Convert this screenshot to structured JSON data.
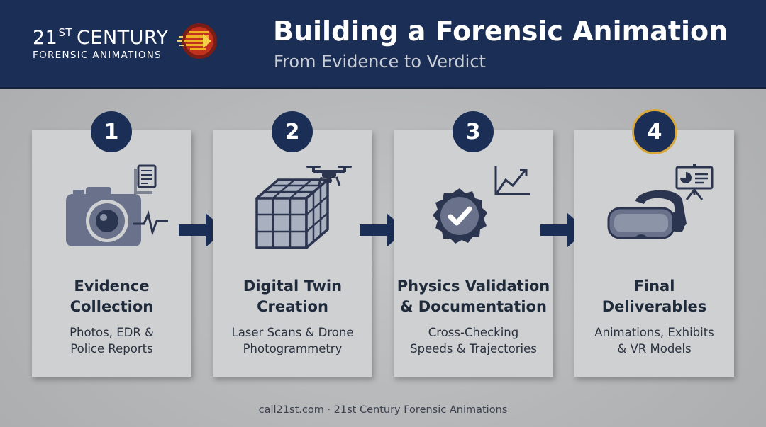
{
  "header": {
    "logo_line1_main": "21",
    "logo_line1_sup": "ST",
    "logo_line1_rest": "CENTURY",
    "logo_line2": "FORENSIC ANIMATIONS",
    "title": "Building a Forensic Animation",
    "subtitle": "From Evidence to Verdict"
  },
  "steps": [
    {
      "number": "1",
      "title_lines": [
        "Evidence",
        "Collection"
      ],
      "desc_lines": [
        "Photos, EDR &",
        "Police Reports"
      ],
      "icons": [
        "camera-icon",
        "document-icon"
      ]
    },
    {
      "number": "2",
      "title_lines": [
        "Digital Twin",
        "Creation"
      ],
      "desc_lines": [
        "Laser Scans & Drone",
        "Photogrammetry"
      ],
      "icons": [
        "3d-grid-cube-icon",
        "drone-icon"
      ]
    },
    {
      "number": "3",
      "title_lines": [
        "Physics Validation",
        "& Documentation"
      ],
      "desc_lines": [
        "Cross-Checking",
        "Speeds & Trajectories"
      ],
      "icons": [
        "verified-badge-icon",
        "trend-chart-icon"
      ]
    },
    {
      "number": "4",
      "title_lines": [
        "Final",
        "Deliverables"
      ],
      "desc_lines": [
        "Animations, Exhibits",
        "& VR Models"
      ],
      "icons": [
        "vr-headset-icon",
        "presentation-icon"
      ]
    }
  ],
  "colors": {
    "navy": "#1b2e55",
    "gold": "#d8a93a",
    "icon_gray": "#6b7485",
    "card": "#cfd0d2"
  },
  "footer": "call21st.com · 21st Century Forensic Animations"
}
